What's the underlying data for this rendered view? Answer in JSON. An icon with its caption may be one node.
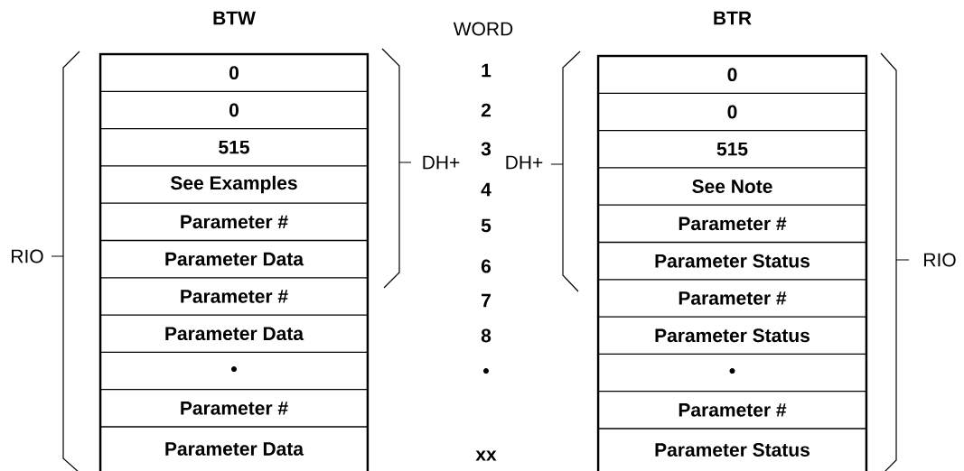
{
  "diagram": {
    "nodes": [
      {
        "text": [
          "BTW"
        ]
      },
      {
        "text": [
          "0"
        ],
        "in": 0
      },
      {
        "text": [
          "0"
        ],
        "in": 0
      },
      {
        "text": [
          "515"
        ],
        "in": 0
      },
      {
        "text": [
          "See Examples"
        ],
        "in": 0
      },
      {
        "text": [
          "Parameter #"
        ],
        "in": 0
      },
      {
        "text": [
          "Parameter Data"
        ],
        "in": 0
      },
      {
        "text": [
          "Parameter #"
        ],
        "in": 0
      },
      {
        "text": [
          "Parameter Data"
        ],
        "in": 0
      },
      {
        "text": [
          "•"
        ],
        "in": 0
      },
      {
        "text": [
          "Parameter #"
        ],
        "in": 0
      },
      {
        "text": [
          "Parameter Data"
        ],
        "in": 0
      },
      {
        "text": [
          "BTR"
        ]
      },
      {
        "text": [
          "0"
        ],
        "in": 12
      },
      {
        "text": [
          "0"
        ],
        "in": 12
      },
      {
        "text": [
          "515"
        ],
        "in": 12
      },
      {
        "text": [
          "See Note"
        ],
        "in": 12
      },
      {
        "text": [
          "Parameter #"
        ],
        "in": 12
      },
      {
        "text": [
          "Parameter Status"
        ],
        "in": 12
      },
      {
        "text": [
          "Parameter #"
        ],
        "in": 12
      },
      {
        "text": [
          "Parameter Status"
        ],
        "in": 12
      },
      {
        "text": [
          "•"
        ],
        "in": 12
      },
      {
        "text": [
          "Parameter #"
        ],
        "in": 12
      },
      {
        "text": [
          "Parameter Status"
        ],
        "in": 12
      }
    ],
    "labels": [
      "WORD",
      "1",
      "2",
      "3",
      "DH+",
      "DH+",
      "4",
      "5",
      "RIO",
      "6",
      "RIO",
      "7",
      "8",
      "•",
      "xx"
    ]
  }
}
